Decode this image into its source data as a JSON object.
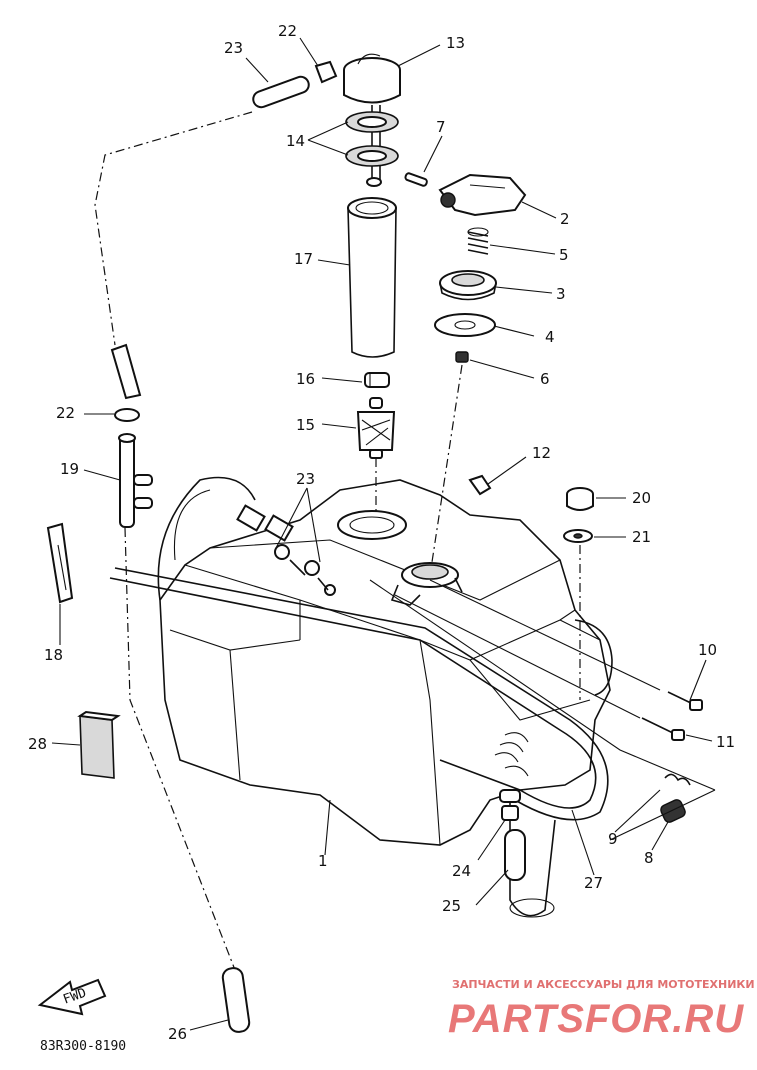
{
  "parts": [
    {
      "id": "p1",
      "number": "1"
    },
    {
      "id": "p2",
      "number": "2"
    },
    {
      "id": "p3",
      "number": "3"
    },
    {
      "id": "p4",
      "number": "4"
    },
    {
      "id": "p5",
      "number": "5"
    },
    {
      "id": "p6",
      "number": "6"
    },
    {
      "id": "p7",
      "number": "7"
    },
    {
      "id": "p8",
      "number": "8"
    },
    {
      "id": "p9",
      "number": "9"
    },
    {
      "id": "p10",
      "number": "10"
    },
    {
      "id": "p11",
      "number": "11"
    },
    {
      "id": "p12",
      "number": "12"
    },
    {
      "id": "p13",
      "number": "13"
    },
    {
      "id": "p14",
      "number": "14"
    },
    {
      "id": "p15",
      "number": "15"
    },
    {
      "id": "p16",
      "number": "16"
    },
    {
      "id": "p17",
      "number": "17"
    },
    {
      "id": "p18",
      "number": "18"
    },
    {
      "id": "p19",
      "number": "19"
    },
    {
      "id": "p20",
      "number": "20"
    },
    {
      "id": "p21",
      "number": "21"
    },
    {
      "id": "p22a",
      "number": "22"
    },
    {
      "id": "p22b",
      "number": "22"
    },
    {
      "id": "p23a",
      "number": "23"
    },
    {
      "id": "p23b",
      "number": "23"
    },
    {
      "id": "p24",
      "number": "24"
    },
    {
      "id": "p25",
      "number": "25"
    },
    {
      "id": "p26",
      "number": "26"
    },
    {
      "id": "p27",
      "number": "27"
    },
    {
      "id": "p28",
      "number": "28"
    }
  ],
  "fwd_arrow": "FWD",
  "diagram_code": "83R300-8190",
  "watermark": {
    "tagline": "ЗАПЧАСТИ И АКСЕССУАРЫ ДЛЯ МОТОТЕХНИКИ",
    "brand": "PARTSFOR.RU"
  }
}
